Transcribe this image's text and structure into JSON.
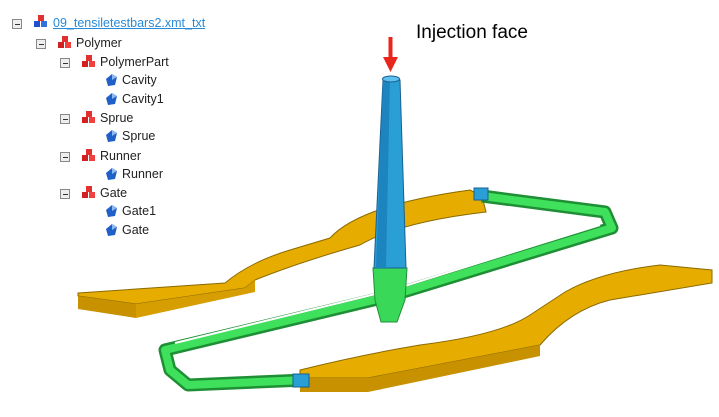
{
  "tree": {
    "root": "09_tensiletestbars2.xmt_txt",
    "polymer": "Polymer",
    "groups": [
      {
        "label": "PolymerPart",
        "children": [
          "Cavity",
          "Cavity1"
        ]
      },
      {
        "label": "Sprue",
        "children": [
          "Sprue"
        ]
      },
      {
        "label": "Runner",
        "children": [
          "Runner"
        ]
      },
      {
        "label": "Gate",
        "children": [
          "Gate1",
          "Gate"
        ]
      }
    ]
  },
  "annotation": "Injection face",
  "colors": {
    "cavity": "#e6ac00",
    "runner": "#2dc94a",
    "sprue": "#2a9fd6",
    "arrow": "#e8261c"
  }
}
